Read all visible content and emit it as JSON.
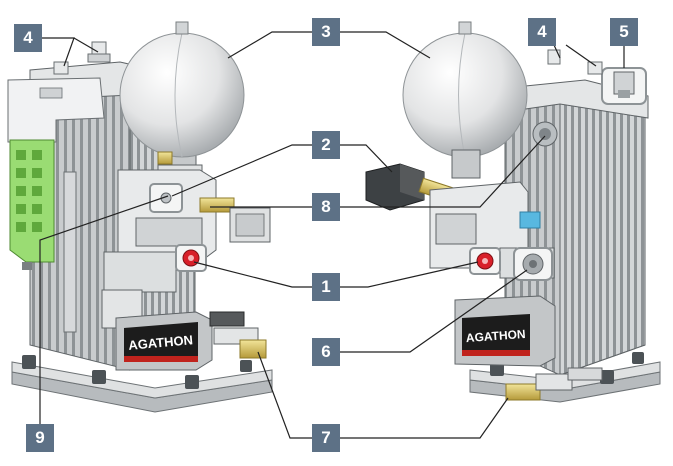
{
  "colors": {
    "callout_bg": "#5d7186",
    "callout_text": "#ffffff",
    "leader_line": "#222222",
    "body_metal": "#d8dadb",
    "fins": "#9ea2a5",
    "sphere": "#ececec",
    "brass": "#d7c46a",
    "red_valve": "#d8202a",
    "green_terminal": "#8fd46b",
    "label_red": "#c0231d",
    "label_black": "#1c1c1c",
    "highlight_box": "#b8bec4"
  },
  "callouts": [
    {
      "id": "1",
      "text": "1"
    },
    {
      "id": "2",
      "text": "2"
    },
    {
      "id": "3",
      "text": "3"
    },
    {
      "id": "4a",
      "text": "4"
    },
    {
      "id": "4b",
      "text": "4"
    },
    {
      "id": "5",
      "text": "5"
    },
    {
      "id": "6",
      "text": "6"
    },
    {
      "id": "7",
      "text": "7"
    },
    {
      "id": "8",
      "text": "8"
    },
    {
      "id": "9",
      "text": "9"
    }
  ],
  "brand_labels": {
    "left": "AGATHON",
    "right": "AGATHON"
  }
}
